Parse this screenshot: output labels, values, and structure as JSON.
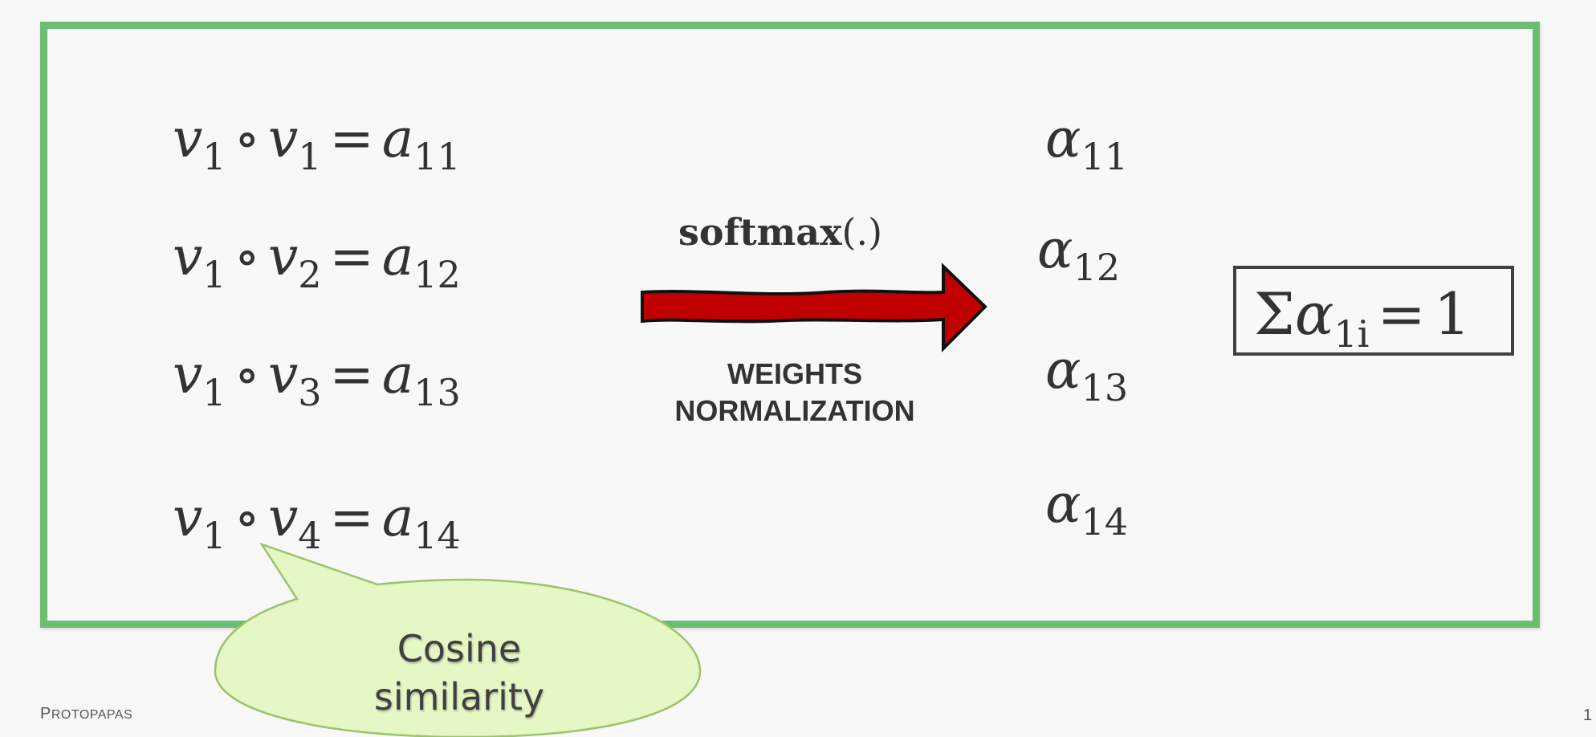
{
  "equations": [
    {
      "lhs_var": "v",
      "lhs_sub": "1",
      "rhs_var": "v",
      "rhs_sub": "1",
      "result_var": "a",
      "result_sub": "11"
    },
    {
      "lhs_var": "v",
      "lhs_sub": "1",
      "rhs_var": "v",
      "rhs_sub": "2",
      "result_var": "a",
      "result_sub": "12"
    },
    {
      "lhs_var": "v",
      "lhs_sub": "1",
      "rhs_var": "v",
      "rhs_sub": "3",
      "result_var": "a",
      "result_sub": "13"
    },
    {
      "lhs_var": "v",
      "lhs_sub": "1",
      "rhs_var": "v",
      "rhs_sub": "4",
      "result_var": "a",
      "result_sub": "14"
    }
  ],
  "operators": {
    "dot": "∘",
    "equals": "="
  },
  "softmax": {
    "name": "softmax",
    "arg": "(.)"
  },
  "arrow_label": {
    "line1": "WEIGHTS",
    "line2": "NORMALIZATION"
  },
  "alphas": [
    {
      "symbol": "α",
      "sub": "11"
    },
    {
      "symbol": "α",
      "sub": "12"
    },
    {
      "symbol": "α",
      "sub": "13"
    },
    {
      "symbol": "α",
      "sub": "14"
    }
  ],
  "sum_constraint": {
    "sigma": "Σ",
    "symbol": "α",
    "sub": "1i",
    "equals": "=",
    "value": "1"
  },
  "callout": {
    "line1": "Cosine",
    "line2": "similarity"
  },
  "footer": {
    "author_first": "P",
    "author_rest": "ROTOPAPAS",
    "page": "1"
  },
  "colors": {
    "frame": "#6bbd72",
    "arrow_fill": "#c00000",
    "bubble_fill": "#e4f7c4",
    "bubble_stroke": "#9cc36a",
    "text": "#333333"
  }
}
